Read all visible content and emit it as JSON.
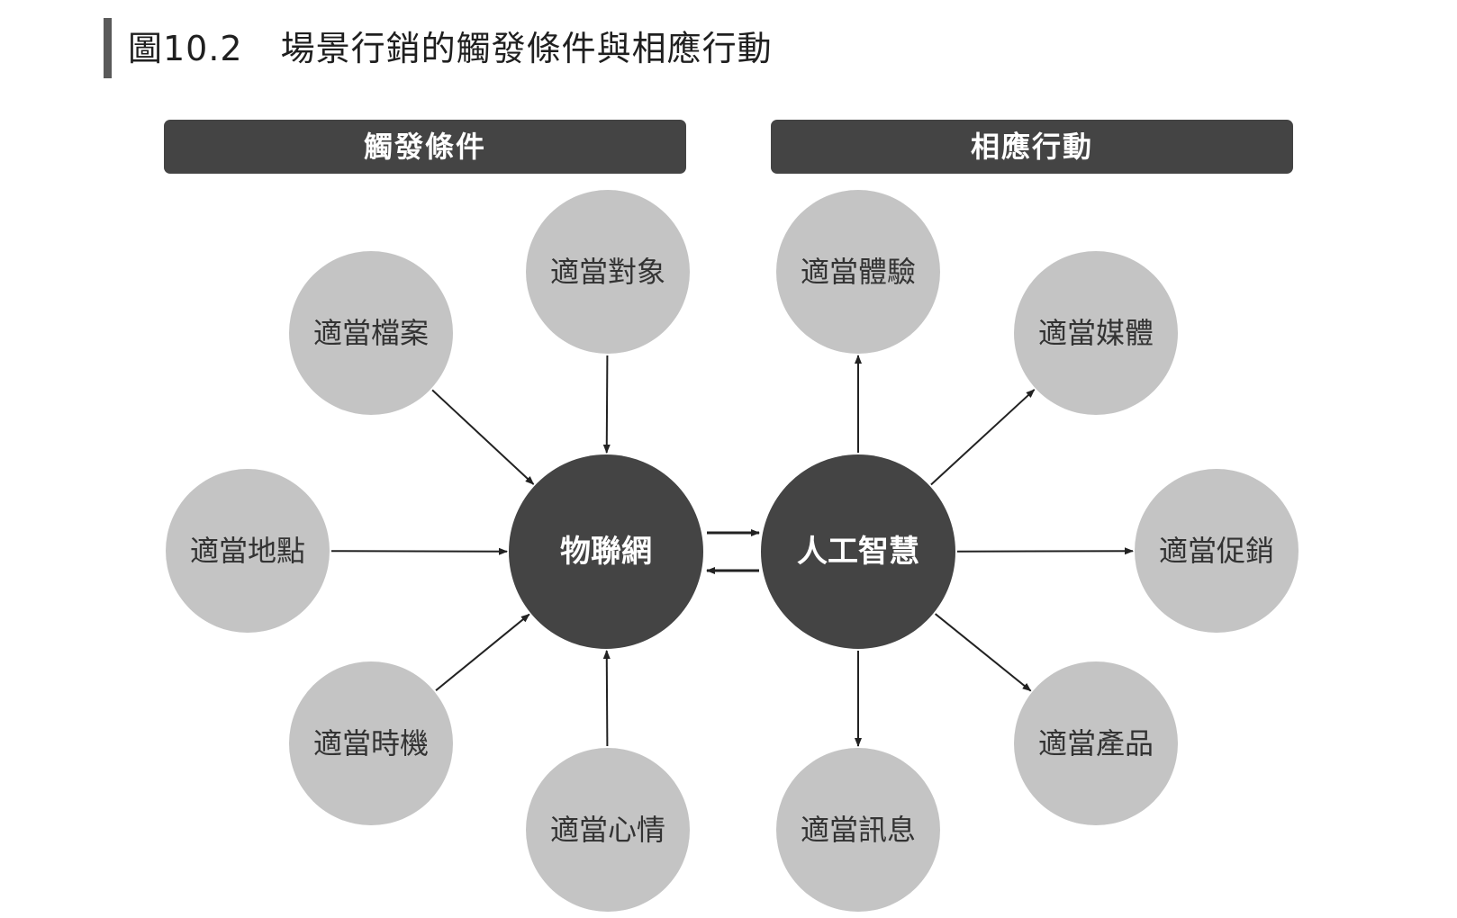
{
  "figure": {
    "number": "圖10.2",
    "title": "場景行銷的觸發條件與相應行動"
  },
  "headers": {
    "triggers": "觸發條件",
    "actions": "相應行動"
  },
  "hubs": {
    "left": "物聯網",
    "right": "人工智慧"
  },
  "trigger_nodes": [
    {
      "id": "object",
      "label": "適當對象"
    },
    {
      "id": "profile",
      "label": "適當檔案"
    },
    {
      "id": "location",
      "label": "適當地點"
    },
    {
      "id": "timing",
      "label": "適當時機"
    },
    {
      "id": "mood",
      "label": "適當心情"
    }
  ],
  "action_nodes": [
    {
      "id": "experience",
      "label": "適當體驗"
    },
    {
      "id": "media",
      "label": "適當媒體"
    },
    {
      "id": "promotion",
      "label": "適當促銷"
    },
    {
      "id": "product",
      "label": "適當產品"
    },
    {
      "id": "message",
      "label": "適當訊息"
    }
  ],
  "colors": {
    "hub": "#444444",
    "node": "#c4c4c4",
    "arrow": "#222222"
  }
}
